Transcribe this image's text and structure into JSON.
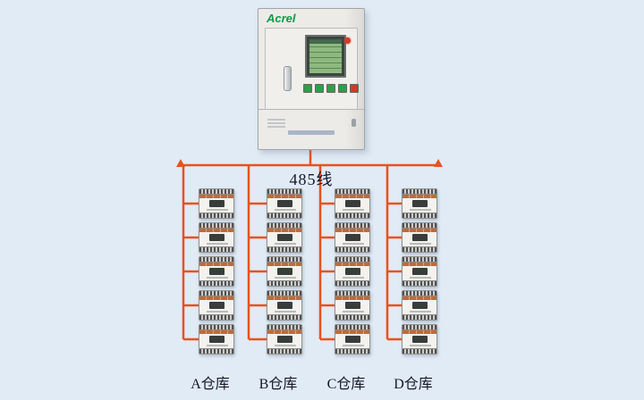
{
  "background_color": "#e1ebf5",
  "cabinet": {
    "brand": "Acrel",
    "buttons": [
      "#2aa14a",
      "#2aa14a",
      "#2aa14a",
      "#2aa14a",
      "#d03a2a"
    ]
  },
  "bus": {
    "label": "485线",
    "wire_color": "#e8521d"
  },
  "device": {
    "type": "din-rail-energy-meter",
    "stripe_color": "#c06a38"
  },
  "columns": [
    {
      "id": "A",
      "label": "A仓库",
      "device_count": 5
    },
    {
      "id": "B",
      "label": "B仓库",
      "device_count": 5
    },
    {
      "id": "C",
      "label": "C仓库",
      "device_count": 5
    },
    {
      "id": "D",
      "label": "D仓库",
      "device_count": 5
    }
  ]
}
